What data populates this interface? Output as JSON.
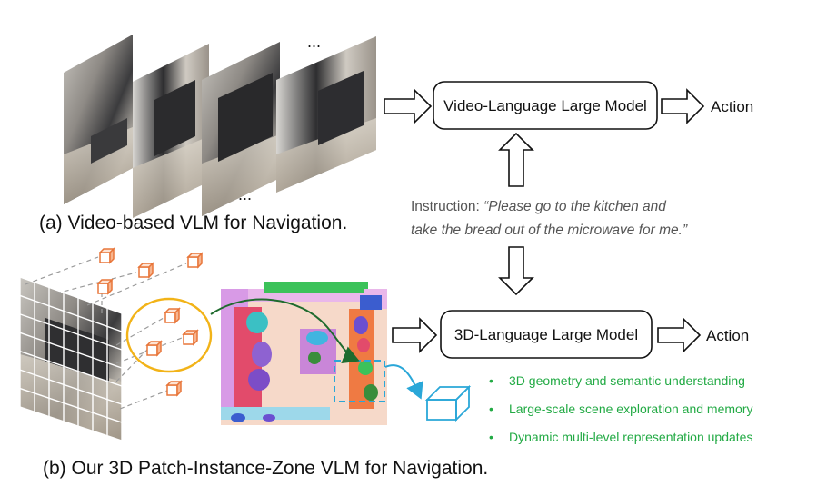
{
  "top": {
    "model_label": "Video-Language Large Model",
    "action_label": "Action",
    "ellipsis_top": "...",
    "ellipsis_bottom": "...",
    "caption": "(a) Video-based VLM for Navigation."
  },
  "instruction": {
    "prefix": "Instruction: ",
    "line1": "“Please go to the kitchen and",
    "line2": "take the bread out of the microwave for me.”"
  },
  "bottom": {
    "model_label": "3D-Language Large Model",
    "action_label": "Action",
    "caption": "(b) Our 3D Patch-Instance-Zone VLM for Navigation.",
    "features": [
      "3D geometry and semantic understanding",
      "Large-scale scene exploration and memory",
      "Dynamic multi-level representation updates"
    ]
  },
  "colors": {
    "bullet_green": "#22aa44",
    "cube_orange": "#e8763a",
    "ellipse_yellow": "#f2b318",
    "zone_blue": "#2aa7d8",
    "curve_green": "#1f6b2e"
  }
}
